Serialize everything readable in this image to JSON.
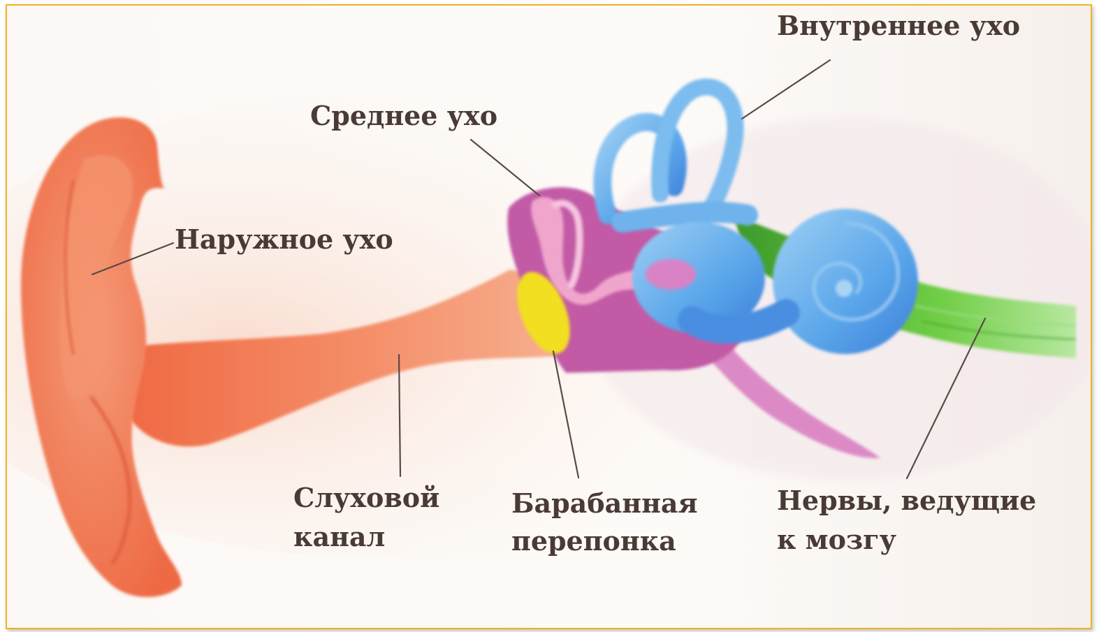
{
  "labels": {
    "outer_ear": "Наружное ухо",
    "middle_ear": "Среднее ухо",
    "inner_ear": "Внутреннее ухо",
    "ear_canal_line1": "Слуховой",
    "ear_canal_line2": "канал",
    "eardrum_line1": "Барабанная",
    "eardrum_line2": "перепонка",
    "nerves_line1": "Нервы, ведущие",
    "nerves_line2": "к мозгу"
  },
  "colors": {
    "frame": "#f2b21c",
    "outer_ear": "#f27a52",
    "ear_canal": "#f4a27c",
    "eardrum": "#f4e22a",
    "middle_ear": "#c85aa8",
    "ossicles": "#f0a0c8",
    "inner_ear": "#5fa9e8",
    "nerves": "#5cc03a",
    "label_text": "#4a3a36"
  }
}
